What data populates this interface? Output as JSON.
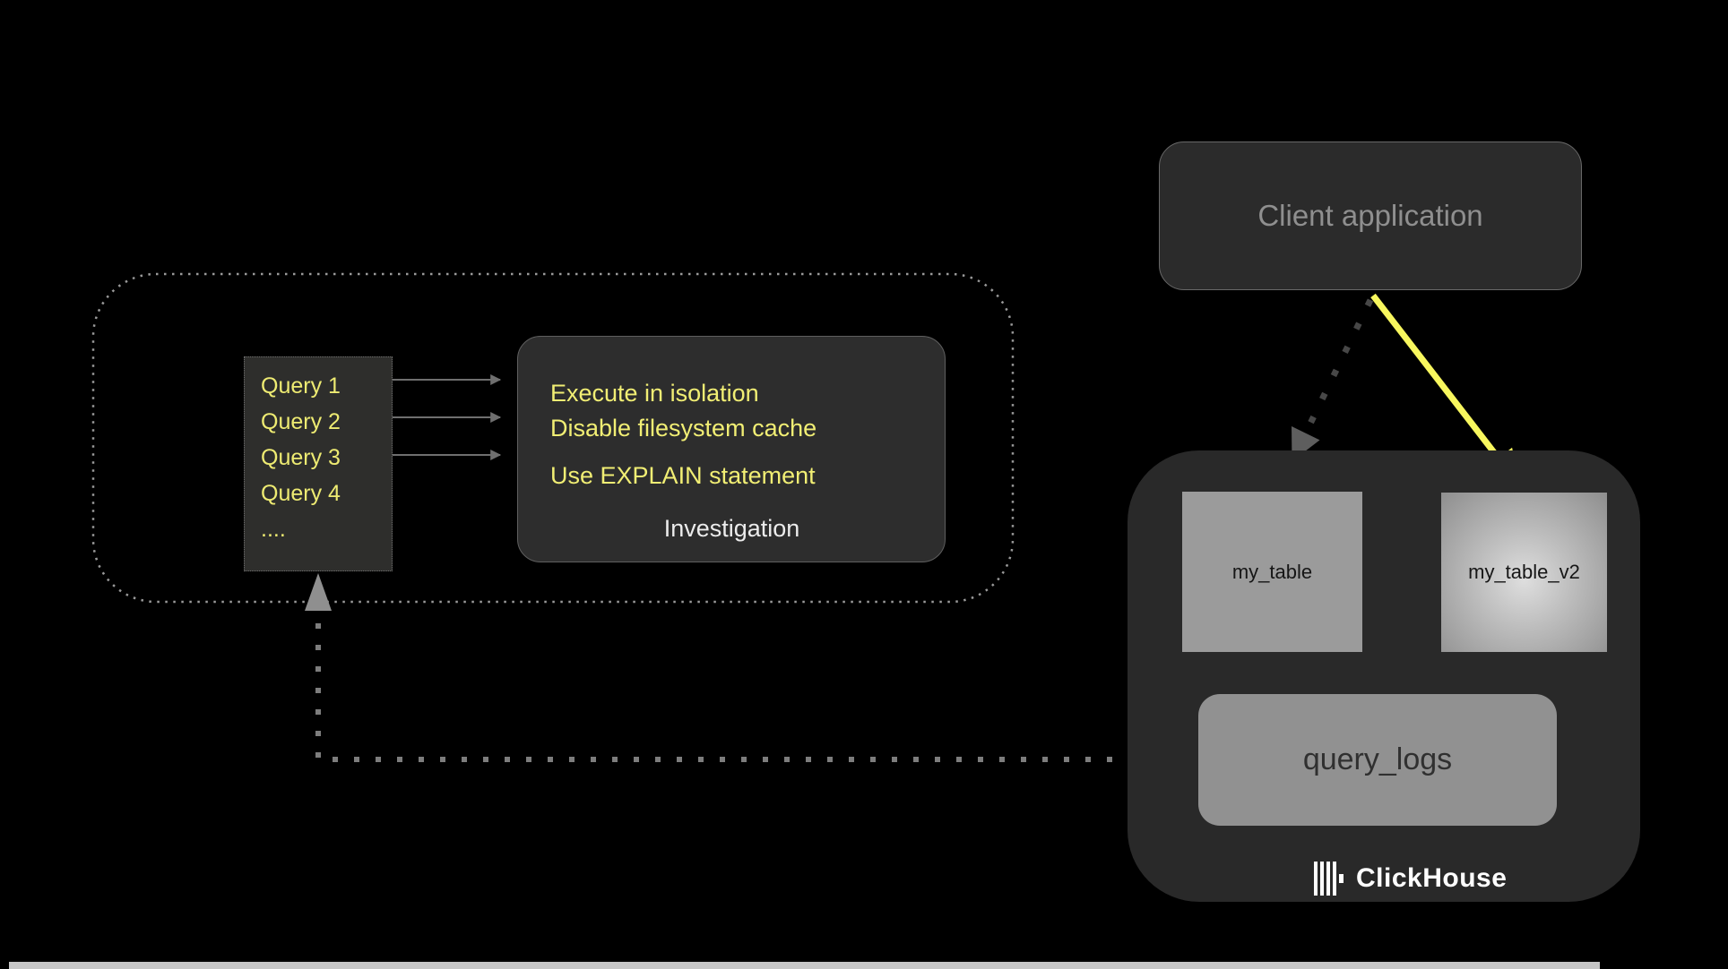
{
  "colors": {
    "background": "#000000",
    "accent_yellow_text": "#f1ee74",
    "arrow_yellow": "#f8f75e",
    "panel_dark": "#2d2d2d",
    "table_gray": "#9b9b9b",
    "muted_text": "#8f8f8f",
    "dotted_gray": "#8a8a8a"
  },
  "investigation_group": {
    "query_list": {
      "items": [
        "Query 1",
        "Query 2",
        "Query 3",
        "Query 4",
        "...."
      ]
    },
    "investigation_box": {
      "line1": "Execute in isolation",
      "line2": "Disable filesystem cache",
      "line3": "Use EXPLAIN statement",
      "label": "Investigation"
    }
  },
  "client_application": {
    "label": "Client application"
  },
  "clickhouse": {
    "table_1": "my_table",
    "table_2": "my_table_v2",
    "query_logs": "query_logs",
    "brand": "ClickHouse"
  }
}
